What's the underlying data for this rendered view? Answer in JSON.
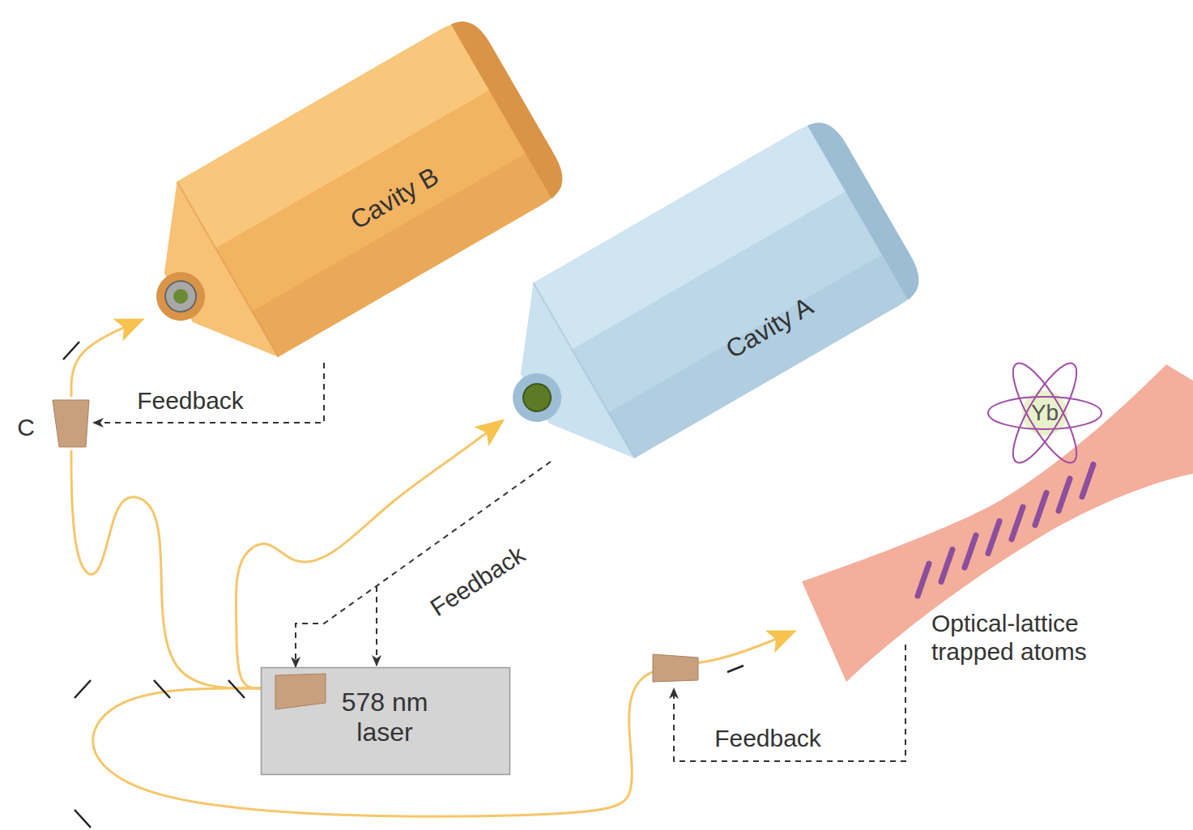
{
  "diagram": {
    "nodes": [
      {
        "text": [
          "Cavity B"
        ]
      },
      {
        "text": [
          "Cavity A"
        ]
      },
      {
        "text": [
          "C"
        ]
      },
      {
        "text": [
          "578 nm laser"
        ]
      },
      {
        "text": [
          "Optical-lattice trapped atoms"
        ]
      },
      {
        "text": [
          "Yb"
        ]
      }
    ],
    "edges": [
      {
        "from": 0,
        "to": 2,
        "arrow": "to",
        "label": "Feedback"
      },
      {
        "from": 1,
        "to": 3,
        "arrow": "to",
        "label": "Feedback"
      },
      {
        "from": 3,
        "to": 1,
        "arrow": "to"
      },
      {
        "from": 3,
        "to": 2,
        "arrow": "none"
      },
      {
        "from": 2,
        "to": 0,
        "arrow": "to"
      },
      {
        "from": 3,
        "to": 4,
        "arrow": "to"
      }
    ],
    "labels": [
      "Feedback"
    ]
  }
}
